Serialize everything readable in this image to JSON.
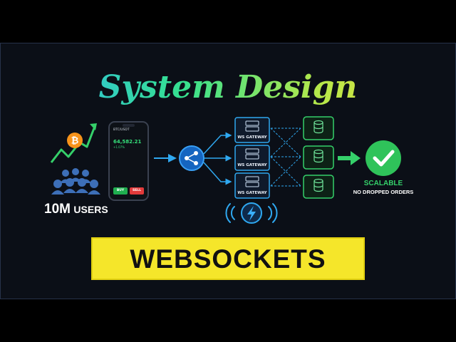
{
  "title": "System Design",
  "phone": {
    "pair": "BTC/USDT",
    "price": "64,582.21",
    "change": "+1.07%",
    "buy_label": "BUY",
    "sell_label": "SELL"
  },
  "users": {
    "count": "10M",
    "label": "USERS"
  },
  "gateways": [
    {
      "label": "WS GATEWAY"
    },
    {
      "label": "WS GATEWAY"
    },
    {
      "label": "WS GATEWAY"
    }
  ],
  "result": {
    "status": "SCALABLE",
    "detail": "NO DROPPED ORDERS"
  },
  "banner": {
    "text": "WEBSOCKETS"
  },
  "icons": [
    "bitcoin-icon",
    "trend-arrow-icon",
    "users-group-icon",
    "phone-icon",
    "share-hub-icon",
    "server-icon",
    "database-icon",
    "checkmark-icon",
    "lightning-icon",
    "wireless-signal-icon"
  ],
  "colors": {
    "accent_blue": "#2fa8f0",
    "accent_green": "#35d06a",
    "bitcoin": "#f7931a",
    "banner": "#f5e62a",
    "background": "#0b0f17"
  }
}
